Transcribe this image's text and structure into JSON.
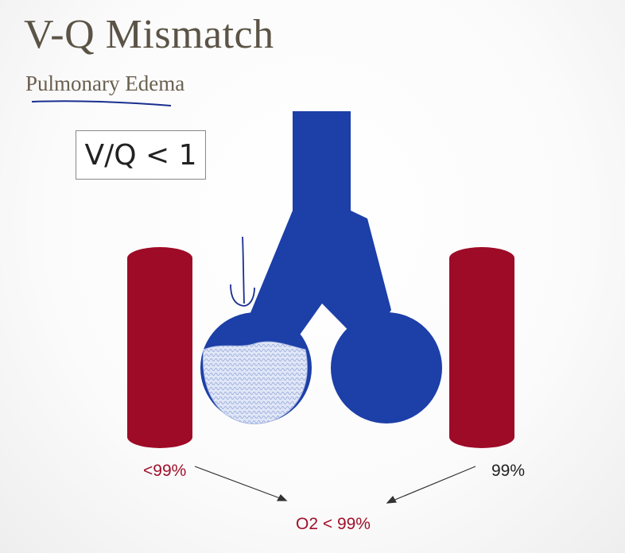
{
  "header": {
    "title": "V-Q Mismatch",
    "subtitle": "Pulmonary Edema"
  },
  "ratio_box": {
    "text": "V/Q < 1"
  },
  "labels": {
    "left_saturation": "<99%",
    "right_saturation": "99%",
    "result": "O2 < 99%"
  },
  "colors": {
    "airway": "#1c3fa8",
    "vessel": "#9e0b27",
    "fluid": "#ccd6f2",
    "title": "#5b5446",
    "handwriting": "#1a2f8f"
  }
}
